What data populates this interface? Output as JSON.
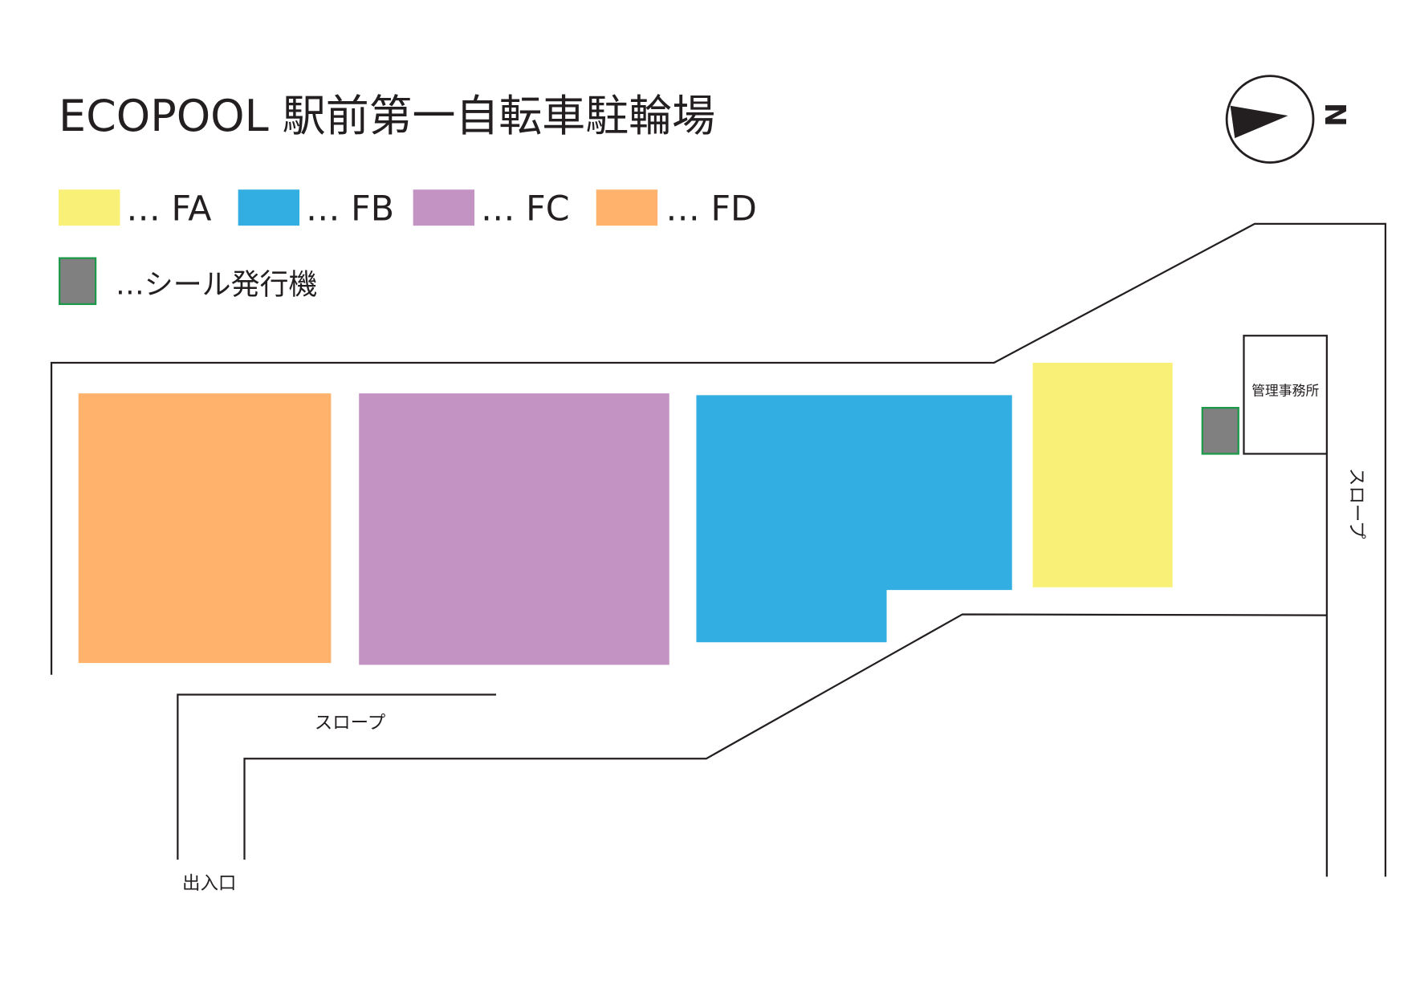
{
  "title": "ECOPOOL 駅前第一自転車駐輪場",
  "legend": [
    {
      "label": "… FA",
      "color": "#f9f077"
    },
    {
      "label": "… FB",
      "color": "#33aee3"
    },
    {
      "label": "… FC",
      "color": "#c394c3"
    },
    {
      "label": "… FD",
      "color": "#feb26b"
    }
  ],
  "machine_legend": {
    "label": "…シール発行機",
    "color": "#808080",
    "border": "#1a9a48"
  },
  "compass": {
    "label": "N",
    "icon": "north-arrow-icon"
  },
  "labels": {
    "office": "管理事務所",
    "slope_bottom": "スロープ",
    "slope_right": "スロープ",
    "entrance": "出入口"
  }
}
